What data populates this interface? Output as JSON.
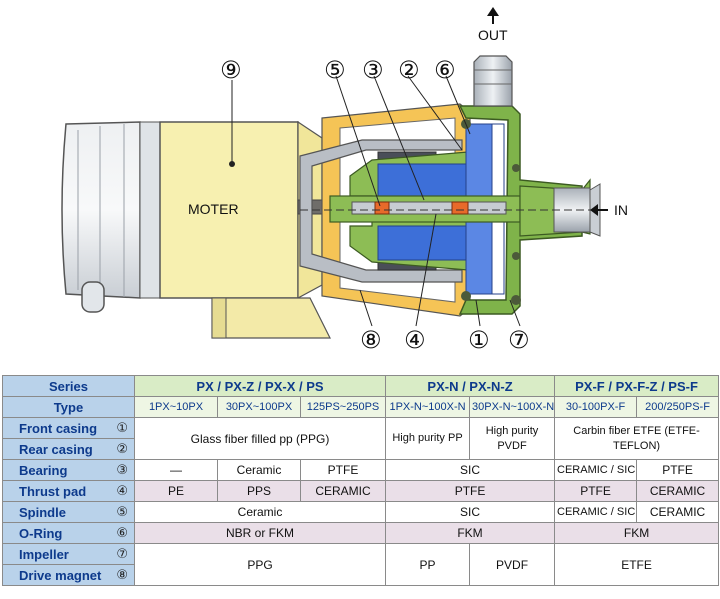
{
  "diagram": {
    "labels": {
      "out": "OUT",
      "in": "IN",
      "motor": "MOTER",
      "callouts": [
        "⑨",
        "⑤",
        "③",
        "②",
        "⑥",
        "⑧",
        "④",
        "①",
        "⑦"
      ]
    },
    "colors": {
      "motor_body": "#f7f0b0",
      "front_casing": "#7fb34a",
      "outlet_pipe": "#cfd4da",
      "magnet_blue": "#3d6fd8",
      "magnet_dark": "#4a4e58",
      "rear_casing": "#e9b84a",
      "table_header": "#b9d2ea",
      "table_group": "#d9ecc6",
      "table_shade": "#eadfe8"
    }
  },
  "table": {
    "series_label": "Series",
    "type_label": "Type",
    "groups": [
      "PX / PX-Z / PX-X / PS",
      "PX-N / PX-N-Z",
      "PX-F / PX-F-Z / PS-F"
    ],
    "types": [
      "1PX~10PX",
      "30PX~100PX",
      "125PS~250PS",
      "1PX-N~100X-N",
      "30PX-N~100X-N",
      "30-100PX-F",
      "200/250PS-F"
    ],
    "rows": {
      "front_casing": {
        "label": "Front casing",
        "num": "①"
      },
      "rear_casing": {
        "label": "Rear casing",
        "num": "②"
      },
      "bearing": {
        "label": "Bearing",
        "num": "③"
      },
      "thrust_pad": {
        "label": "Thrust pad",
        "num": "④"
      },
      "spindle": {
        "label": "Spindle",
        "num": "⑤"
      },
      "o_ring": {
        "label": "O-Ring",
        "num": "⑥"
      },
      "impeller": {
        "label": "Impeller",
        "num": "⑦"
      },
      "drive_magnet": {
        "label": "Drive magnet",
        "num": "⑧"
      }
    },
    "values": {
      "casing_px": "Glass fiber filled pp (PPG)",
      "casing_pxn_1": "High purity PP",
      "casing_pxn_2": "High purity PVDF",
      "casing_pxf": "Carbin fiber ETFE (ETFE-TEFLON)",
      "bearing_1": "—",
      "bearing_2": "Ceramic",
      "bearing_3": "PTFE",
      "bearing_pxn": "SIC",
      "bearing_pxf_1": "CERAMIC / SIC",
      "bearing_pxf_2": "PTFE",
      "thrust_1": "PE",
      "thrust_2": "PPS",
      "thrust_3": "CERAMIC",
      "thrust_pxn": "PTFE",
      "thrust_pxf_1": "PTFE",
      "thrust_pxf_2": "CERAMIC",
      "spindle_px": "Ceramic",
      "spindle_pxn": "SIC",
      "spindle_pxf_1": "CERAMIC / SIC",
      "spindle_pxf_2": "CERAMIC",
      "oring_px": "NBR or FKM",
      "oring_pxn": "FKM",
      "oring_pxf": "FKM",
      "impeller_px": "PPG",
      "impeller_pxn_1": "PP",
      "impeller_pxn_2": "PVDF",
      "impeller_pxf": "ETFE"
    }
  }
}
